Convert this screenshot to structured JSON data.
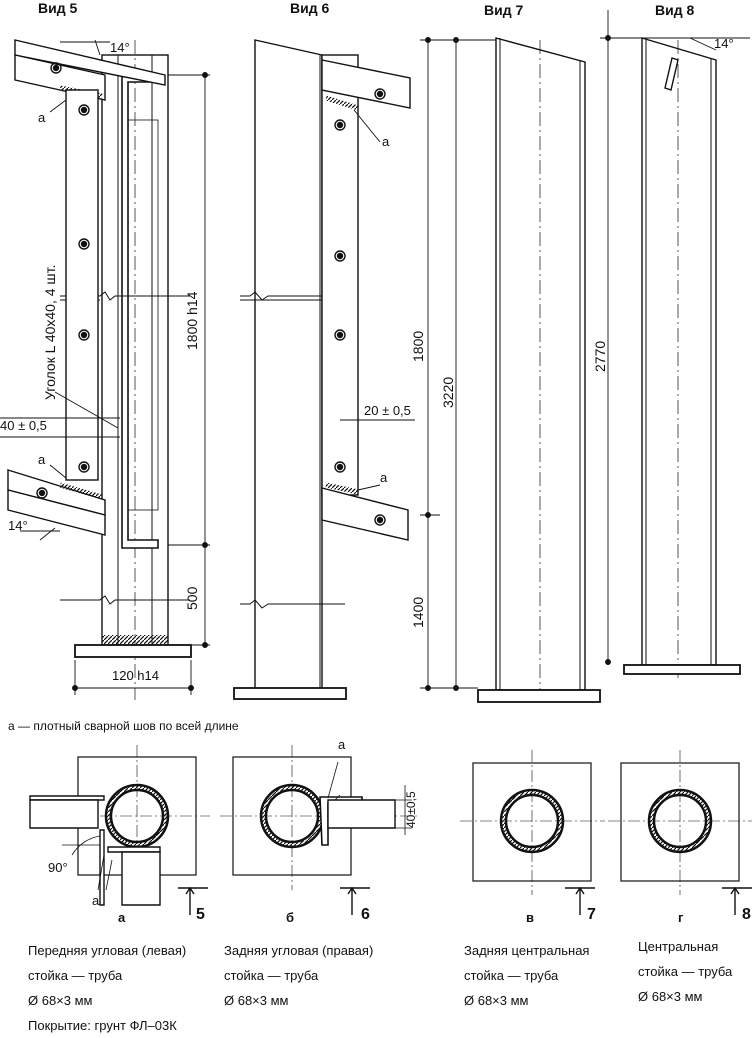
{
  "views": {
    "v5": "Вид 5",
    "v6": "Вид 6",
    "v7": "Вид 7",
    "v8": "Вид 8"
  },
  "dims": {
    "angle_v5_top": "14°",
    "angle_v5_bottom": "14°",
    "angle_v8": "14°",
    "v5_height": "1800 h14",
    "v5_lower": "500",
    "v5_base": "120 h14",
    "v5_offset": "40 ± 0,5",
    "v5_angle_note": "Уголок L 40х40, 4 шт.",
    "v6_offset": "20 ± 0,5",
    "v7_upper": "1800",
    "v7_total": "3220",
    "v7_lower": "1400",
    "v8_total": "2770",
    "plan_b_offset": "40±0,5",
    "plan_a_angle": "90°"
  },
  "weld_mark": "a",
  "weld_legend": "а — плотный сварной шов по всей длине",
  "sections": [
    {
      "letter": "а",
      "num": "5",
      "lines": [
        "Передняя угловая (левая)",
        "стойка — труба",
        "Ø 68×3 мм",
        "Покрытие: грунт ФЛ–03К"
      ]
    },
    {
      "letter": "б",
      "num": "6",
      "lines": [
        "Задняя угловая (правая)",
        "стойка — труба",
        "Ø 68×3 мм"
      ]
    },
    {
      "letter": "в",
      "num": "7",
      "lines": [
        "Задняя центральная",
        "стойка — труба",
        "Ø 68×3 мм"
      ]
    },
    {
      "letter": "г",
      "num": "8",
      "lines": [
        "Центральная",
        "стойка — труба",
        "Ø 68×3 мм"
      ]
    }
  ]
}
